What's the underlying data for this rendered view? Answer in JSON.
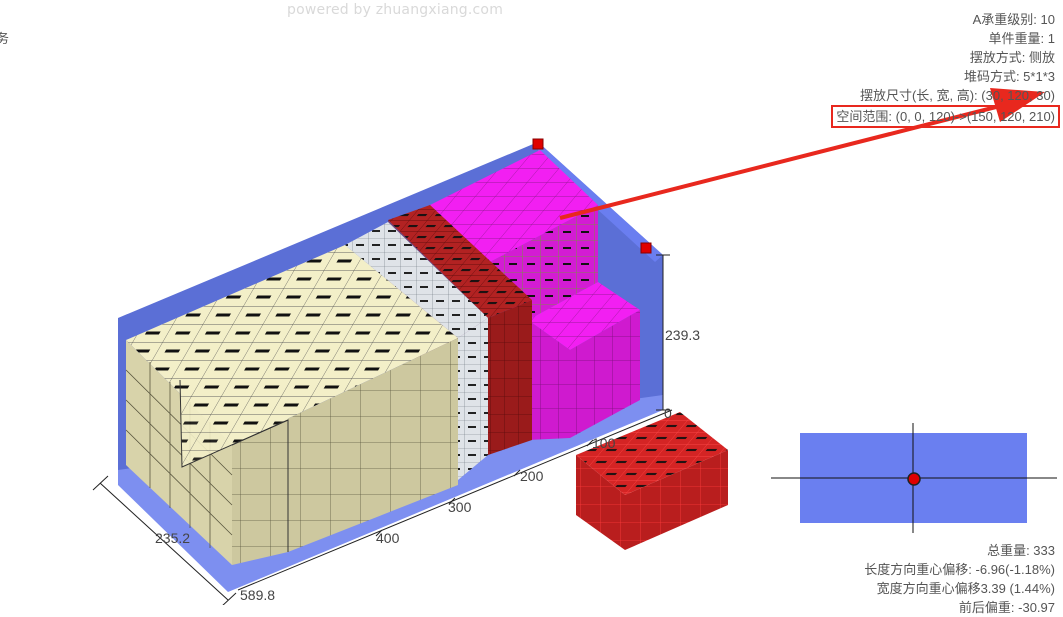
{
  "watermark": "powered by zhuangxiang.com",
  "left_clip_text": "务",
  "info": {
    "bearing_level": "A承重级别: 10",
    "unit_weight": "单件重量: 1",
    "placement": "摆放方式: 侧放",
    "stack_mode": "堆码方式: 5*1*3",
    "size": "摆放尺寸(长, 宽, 高): (30, 120, 30)",
    "space_range": "空间范围: (0, 0, 120)->(150, 120, 210)"
  },
  "dimensions": {
    "height": "239.3",
    "height_zero": "0",
    "width": "235.2",
    "length": "589.8",
    "ticks": [
      "100",
      "200",
      "300",
      "400"
    ]
  },
  "stats": {
    "total_weight": "总重量: 333",
    "length_offset": "长度方向重心偏移: -6.96(-1.18%)",
    "width_offset": "宽度方向重心偏移3.39 (1.44%)",
    "front_rear": "前后偏重: -30.97"
  },
  "colors": {
    "container": "#5b6fd6",
    "container_floor": "#8090ee",
    "cream_box": "#f3efc8",
    "cream_side": "#c9c59c",
    "gray_box": "#e4e8ec",
    "red_box": "#a52020",
    "magenta_box": "#e41fe4",
    "annotation": "#e8281e",
    "cog_panel": "#6a7ff0"
  }
}
